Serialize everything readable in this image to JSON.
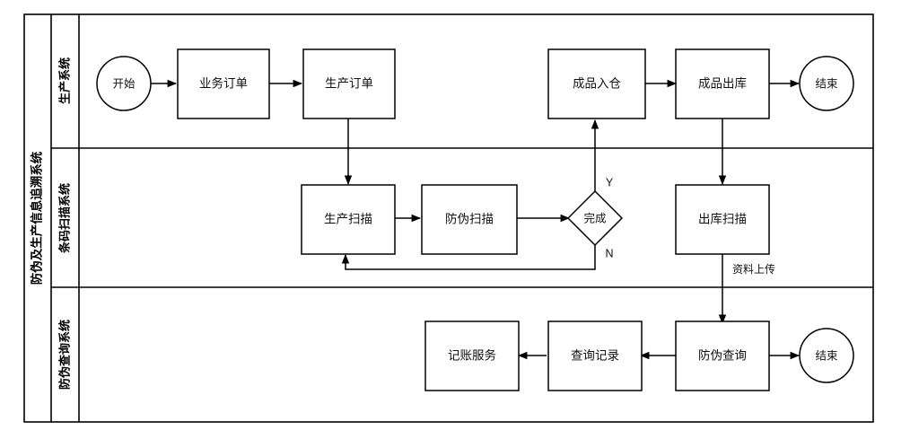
{
  "pool": {
    "title": "防伪及生产信息追溯系统"
  },
  "lanes": [
    {
      "id": "lane-production",
      "title": "生产系统"
    },
    {
      "id": "lane-barcode",
      "title": "条码扫描系统"
    },
    {
      "id": "lane-query",
      "title": "防伪查询系统"
    }
  ],
  "nodes": {
    "start1": {
      "label": "开始",
      "shape": "circle"
    },
    "business_order": {
      "label": "业务订单",
      "shape": "rect"
    },
    "production_order": {
      "label": "生产订单",
      "shape": "rect"
    },
    "goods_in": {
      "label": "成品入仓",
      "shape": "rect"
    },
    "goods_out": {
      "label": "成品出库",
      "shape": "rect"
    },
    "end1": {
      "label": "结束",
      "shape": "circle"
    },
    "production_scan": {
      "label": "生产扫描",
      "shape": "rect"
    },
    "antifake_scan": {
      "label": "防伪扫描",
      "shape": "rect"
    },
    "complete": {
      "label": "完成",
      "shape": "diamond"
    },
    "outbound_scan": {
      "label": "出库扫描",
      "shape": "rect"
    },
    "billing_service": {
      "label": "记账服务",
      "shape": "rect"
    },
    "query_record": {
      "label": "查询记录",
      "shape": "rect"
    },
    "antifake_query": {
      "label": "防伪查询",
      "shape": "rect"
    },
    "end2": {
      "label": "结束",
      "shape": "circle"
    }
  },
  "edge_labels": {
    "yes_branch": "Y",
    "no_branch": "N",
    "data_upload": "资料上传"
  },
  "colors": {
    "stroke": "#000000",
    "fill": "#ffffff",
    "background": "#ffffff"
  }
}
